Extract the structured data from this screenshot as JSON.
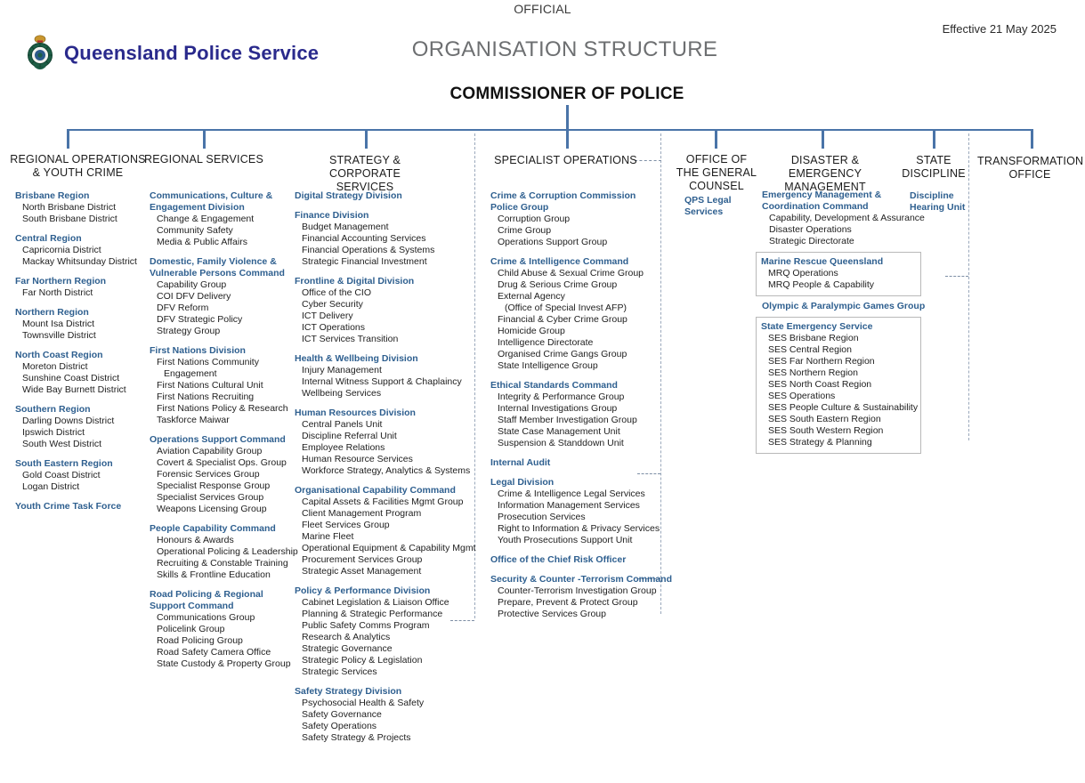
{
  "header": {
    "classification": "OFFICIAL",
    "effective": "Effective 21 May 2025",
    "title": "ORGANISATION STRUCTURE",
    "top_node": "COMMISSIONER OF POLICE",
    "logo_text": "Queensland Police Service",
    "logo_icon": "qps-badge-icon"
  },
  "colors": {
    "heading_blue": "#2e5f8f",
    "connector_blue": "#4a74a8",
    "logo_blue": "#2a2a8c",
    "title_grey": "#6d6f71",
    "box_border": "#b9b9b9"
  },
  "columns": [
    {
      "id": "regional-operations-youth-crime",
      "title": "REGIONAL OPERATIONS\n& YOUTH CRIME",
      "title_lines": [
        "REGIONAL OPERATIONS",
        "& YOUTH CRIME"
      ],
      "groups": [
        {
          "name": "Brisbane Region",
          "items": [
            "North Brisbane District",
            "South Brisbane District"
          ]
        },
        {
          "name": "Central Region",
          "items": [
            "Capricornia District",
            "Mackay Whitsunday District"
          ]
        },
        {
          "name": "Far Northern Region",
          "items": [
            "Far North District"
          ]
        },
        {
          "name": "Northern Region",
          "items": [
            "Mount Isa District",
            "Townsville District"
          ]
        },
        {
          "name": "North Coast Region",
          "items": [
            "Moreton District",
            "Sunshine Coast District",
            "Wide Bay Burnett District"
          ]
        },
        {
          "name": "Southern Region",
          "items": [
            "Darling Downs District",
            "Ipswich District",
            "South West District"
          ]
        },
        {
          "name": "South Eastern Region",
          "items": [
            "Gold Coast District",
            "Logan District"
          ]
        },
        {
          "name": "Youth Crime Task Force",
          "items": []
        }
      ]
    },
    {
      "id": "regional-services",
      "title": "REGIONAL SERVICES",
      "title_lines": [
        "REGIONAL SERVICES"
      ],
      "groups": [
        {
          "name": "Communications, Culture &\nEngagement Division",
          "name_lines": [
            "Communications, Culture &",
            "Engagement Division"
          ],
          "items": [
            "Change & Engagement",
            "Community Safety",
            "Media & Public Affairs"
          ]
        },
        {
          "name": "Domestic, Family Violence &\nVulnerable Persons Command",
          "name_lines": [
            "Domestic, Family Violence &",
            "Vulnerable Persons Command"
          ],
          "items": [
            "Capability Group",
            "COI DFV Delivery",
            "DFV Reform",
            "DFV Strategic Policy",
            "Strategy Group"
          ]
        },
        {
          "name": "First Nations Division",
          "name_lines": [
            "First Nations Division"
          ],
          "items": [
            "First Nations Community",
            "  Engagement",
            "First Nations Cultural Unit",
            "First Nations Recruiting",
            "First Nations Policy & Research",
            "Taskforce Maiwar"
          ]
        },
        {
          "name": "Operations Support Command",
          "name_lines": [
            "Operations Support Command"
          ],
          "items": [
            "Aviation Capability Group",
            "Covert & Specialist Ops. Group",
            "Forensic Services Group",
            "Specialist Response Group",
            "Specialist Services Group",
            "Weapons Licensing Group"
          ]
        },
        {
          "name": "People Capability Command",
          "name_lines": [
            "People Capability Command"
          ],
          "items": [
            "Honours & Awards",
            "Operational Policing & Leadership",
            "Recruiting & Constable Training",
            "Skills & Frontline Education"
          ]
        },
        {
          "name": "Road Policing & Regional\nSupport Command",
          "name_lines": [
            "Road Policing & Regional",
            "Support Command"
          ],
          "items": [
            "Communications Group",
            "Policelink Group",
            "Road Policing Group",
            "Road Safety Camera Office",
            "State Custody & Property Group"
          ]
        }
      ]
    },
    {
      "id": "strategy-corporate-services",
      "title": "STRATEGY & CORPORATE\nSERVICES",
      "title_lines": [
        "STRATEGY & CORPORATE",
        "SERVICES"
      ],
      "groups": [
        {
          "name": "Digital Strategy Division",
          "name_lines": [
            "Digital Strategy Division"
          ],
          "items": []
        },
        {
          "name": "Finance Division",
          "name_lines": [
            "Finance Division"
          ],
          "items": [
            "Budget Management",
            "Financial Accounting Services",
            "Financial Operations & Systems",
            "Strategic Financial Investment"
          ]
        },
        {
          "name": "Frontline & Digital Division",
          "name_lines": [
            "Frontline & Digital Division"
          ],
          "items": [
            "Office of the CIO",
            "Cyber Security",
            "ICT Delivery",
            "ICT Operations",
            "ICT Services Transition"
          ]
        },
        {
          "name": "Health & Wellbeing Division",
          "name_lines": [
            "Health & Wellbeing Division"
          ],
          "items": [
            "Injury Management",
            "Internal Witness Support & Chaplaincy",
            "Wellbeing Services"
          ]
        },
        {
          "name": "Human Resources Division",
          "name_lines": [
            "Human Resources Division"
          ],
          "items": [
            "Central Panels Unit",
            "Discipline Referral Unit",
            "Employee Relations",
            "Human Resource Services",
            "Workforce Strategy, Analytics & Systems"
          ]
        },
        {
          "name": "Organisational Capability Command",
          "name_lines": [
            "Organisational Capability Command"
          ],
          "items": [
            "Capital Assets & Facilities Mgmt Group",
            "Client Management Program",
            "Fleet Services Group",
            "Marine Fleet",
            "Operational Equipment & Capability Mgmt",
            "Procurement Services Group",
            "Strategic Asset Management"
          ]
        },
        {
          "name": "Policy & Performance Division",
          "name_lines": [
            "Policy & Performance Division"
          ],
          "items": [
            "Cabinet Legislation & Liaison Office",
            "Planning & Strategic Performance",
            "Public Safety Comms Program",
            "Research & Analytics",
            "Strategic Governance",
            "Strategic Policy & Legislation",
            "Strategic Services"
          ]
        },
        {
          "name": "Safety Strategy Division",
          "name_lines": [
            "Safety Strategy Division"
          ],
          "items": [
            "Psychosocial Health & Safety",
            "Safety Governance",
            "Safety Operations",
            "Safety Strategy & Projects"
          ]
        }
      ]
    },
    {
      "id": "specialist-operations",
      "title": "SPECIALIST OPERATIONS",
      "title_lines": [
        "SPECIALIST OPERATIONS"
      ],
      "groups": [
        {
          "name": "Crime & Corruption Commission\nPolice Group",
          "name_lines": [
            "Crime & Corruption Commission",
            "Police Group"
          ],
          "items": [
            "Corruption Group",
            "Crime Group",
            "Operations Support Group"
          ]
        },
        {
          "name": "Crime & Intelligence Command",
          "name_lines": [
            "Crime & Intelligence Command"
          ],
          "items": [
            "Child Abuse & Sexual Crime Group",
            "Drug & Serious Crime Group",
            "External Agency",
            "  (Office of Special Invest AFP)",
            "Financial & Cyber Crime Group",
            "Homicide Group",
            "Intelligence Directorate",
            "Organised Crime Gangs Group",
            "State Intelligence Group"
          ]
        },
        {
          "name": "Ethical Standards Command",
          "name_lines": [
            "Ethical Standards Command"
          ],
          "items": [
            "Integrity & Performance Group",
            "Internal Investigations Group",
            "Staff Member Investigation Group",
            "State Case Management Unit",
            "Suspension & Standdown Unit"
          ]
        },
        {
          "name": "Internal Audit",
          "name_lines": [
            "Internal Audit"
          ],
          "items": []
        },
        {
          "name": "Legal Division",
          "name_lines": [
            "Legal Division"
          ],
          "items": [
            "Crime & Intelligence Legal Services",
            "Information Management Services",
            "Prosecution Services",
            "Right to Information & Privacy Services",
            "Youth Prosecutions Support Unit"
          ]
        },
        {
          "name": "Office of the Chief Risk Officer",
          "name_lines": [
            "Office of the Chief Risk Officer"
          ],
          "items": []
        },
        {
          "name": "Security & Counter -Terrorism Command",
          "name_lines": [
            "Security & Counter -Terrorism Command"
          ],
          "items": [
            "Counter-Terrorism Investigation Group",
            "Prepare, Prevent & Protect Group",
            "Protective Services Group"
          ]
        }
      ]
    },
    {
      "id": "office-of-the-general-counsel",
      "title": "OFFICE OF\nTHE GENERAL\nCOUNSEL",
      "title_lines": [
        "OFFICE OF",
        "THE GENERAL",
        "COUNSEL"
      ],
      "groups": [
        {
          "name": "QPS Legal\nServices",
          "name_lines": [
            "QPS Legal",
            "Services"
          ],
          "items": []
        }
      ]
    },
    {
      "id": "disaster-emergency-management",
      "title": "DISASTER & EMERGENCY\nMANAGEMENT",
      "title_lines": [
        "DISASTER & EMERGENCY",
        "MANAGEMENT"
      ],
      "groups": [
        {
          "name": "Emergency Management &\nCoordination Command",
          "name_lines": [
            "Emergency Management &",
            "Coordination Command"
          ],
          "items": [
            "Capability, Development & Assurance",
            "Disaster Operations",
            "Strategic Directorate"
          ],
          "boxed": false
        },
        {
          "name": "Marine Rescue Queensland",
          "name_lines": [
            "Marine Rescue Queensland"
          ],
          "items": [
            "MRQ Operations",
            "MRQ People & Capability"
          ],
          "boxed": true
        },
        {
          "name": "Olympic & Paralympic Games Group",
          "name_lines": [
            "Olympic & Paralympic Games Group"
          ],
          "items": [],
          "boxed": false
        },
        {
          "name": "State Emergency Service",
          "name_lines": [
            "State Emergency Service"
          ],
          "items": [
            "SES Brisbane Region",
            "SES Central Region",
            "SES Far Northern Region",
            "SES Northern Region",
            "SES North Coast Region",
            "SES Operations",
            "SES People Culture & Sustainability",
            "SES South Eastern Region",
            "SES South Western Region",
            "SES Strategy & Planning"
          ],
          "boxed": true
        }
      ]
    },
    {
      "id": "state-discipline",
      "title": "STATE\nDISCIPLINE",
      "title_lines": [
        "STATE",
        "DISCIPLINE"
      ],
      "groups": [
        {
          "name": "Discipline\nHearing Unit",
          "name_lines": [
            "Discipline",
            "Hearing Unit"
          ],
          "items": []
        }
      ]
    },
    {
      "id": "transformation-office",
      "title": "TRANSFORMATION\nOFFICE",
      "title_lines": [
        "TRANSFORMATION",
        "OFFICE"
      ],
      "groups": []
    }
  ]
}
